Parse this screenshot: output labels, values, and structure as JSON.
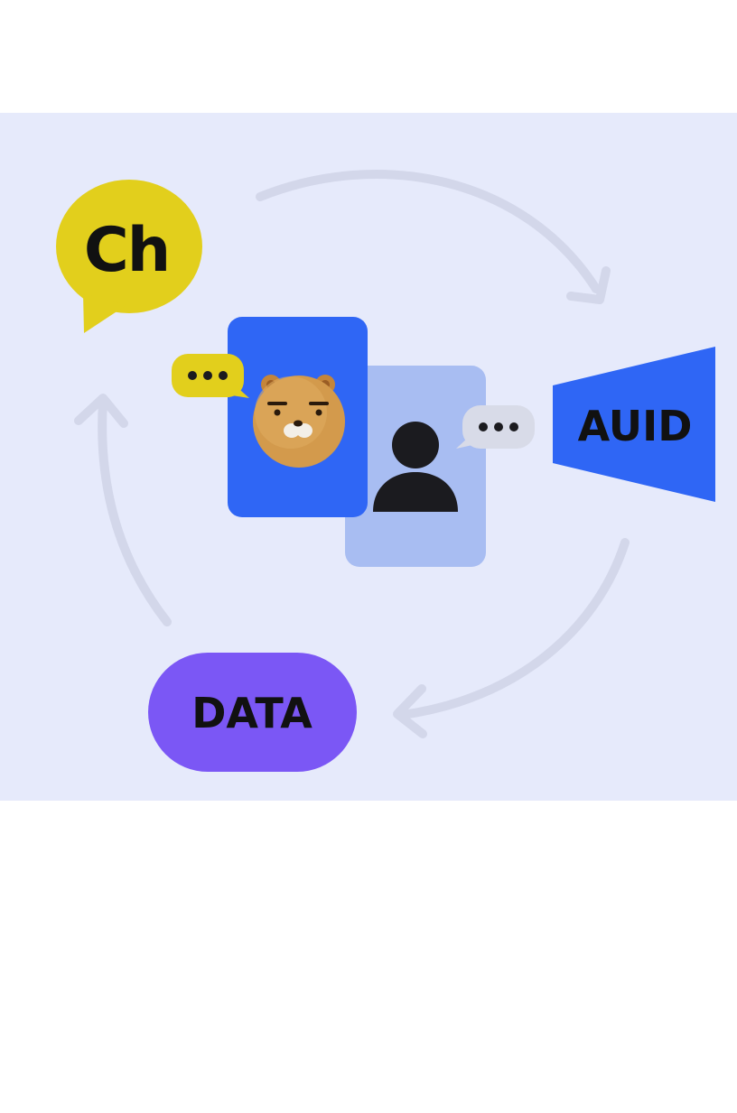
{
  "diagram": {
    "channel_badge": "Ch",
    "auid_label": "AUID",
    "data_label": "DATA",
    "colors": {
      "background": "#e6eafb",
      "channel_yellow": "#e2cf1c",
      "auid_blue": "#2f66f5",
      "data_purple": "#7b57f5",
      "phone_front": "#2f66f5",
      "phone_back": "#a8bdf2",
      "arrow_gray": "#d3d7ea",
      "dark": "#111111"
    },
    "icons": [
      "channel-speech-icon",
      "character-face-icon",
      "person-icon",
      "typing-bubble-icon",
      "cycle-arrow-icon"
    ]
  }
}
